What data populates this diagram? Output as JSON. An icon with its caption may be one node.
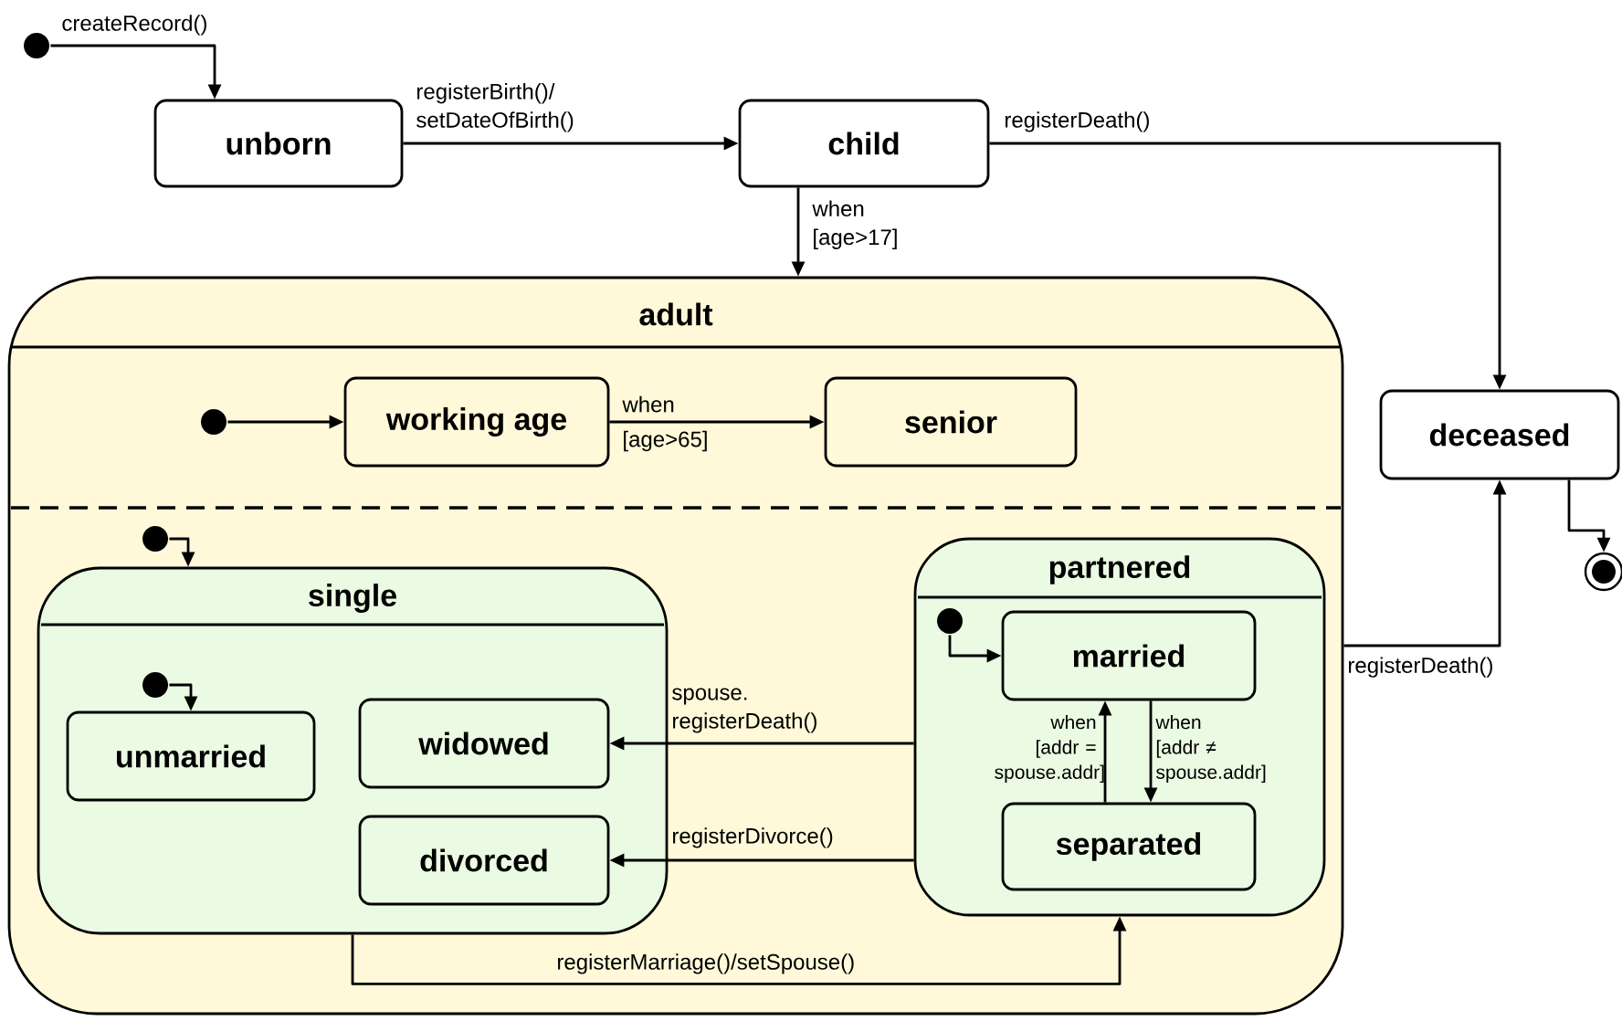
{
  "diagram": {
    "nodes": [
      {
        "text": [],
        "shape": "dot"
      },
      {
        "text": [
          "unborn"
        ]
      },
      {
        "text": [
          "child"
        ]
      },
      {
        "text": [
          "adult"
        ]
      },
      {
        "text": [],
        "shape": "dot",
        "in": 3
      },
      {
        "text": [
          "working age"
        ],
        "in": 3
      },
      {
        "text": [
          "senior"
        ],
        "in": 3
      },
      {
        "text": [],
        "shape": "dot",
        "in": 3
      },
      {
        "text": [
          "single"
        ],
        "in": 3
      },
      {
        "text": [],
        "shape": "dot",
        "in": 8
      },
      {
        "text": [
          "unmarried"
        ],
        "in": 8
      },
      {
        "text": [
          "widowed"
        ],
        "in": 8
      },
      {
        "text": [
          "divorced"
        ],
        "in": 8
      },
      {
        "text": [
          "partnered"
        ],
        "in": 3
      },
      {
        "text": [],
        "shape": "dot",
        "in": 13
      },
      {
        "text": [
          "married"
        ],
        "in": 13
      },
      {
        "text": [
          "separated"
        ],
        "in": 13
      },
      {
        "text": [
          "deceased"
        ]
      },
      {
        "text": [],
        "shape": "bullseye"
      }
    ],
    "edges": [
      {
        "from": 0,
        "to": 1,
        "arrow": "to",
        "label": "createRecord()"
      },
      {
        "from": 1,
        "to": 2,
        "arrow": "to",
        "label": "registerBirth()/ setDateOfBirth()"
      },
      {
        "from": 2,
        "to": 3,
        "arrow": "to",
        "label": "when [age>17]"
      },
      {
        "from": 2,
        "to": 17,
        "arrow": "to",
        "label": "registerDeath()"
      },
      {
        "from": 4,
        "to": 5,
        "arrow": "to"
      },
      {
        "from": 5,
        "to": 6,
        "arrow": "to",
        "label": "when [age>65]"
      },
      {
        "from": 7,
        "to": 8,
        "arrow": "to"
      },
      {
        "from": 9,
        "to": 10,
        "arrow": "to"
      },
      {
        "from": 13,
        "to": 11,
        "arrow": "to",
        "label": "spouse. registerDeath()"
      },
      {
        "from": 13,
        "to": 12,
        "arrow": "to",
        "label": "registerDivorce()"
      },
      {
        "from": 8,
        "to": 13,
        "arrow": "to",
        "label": "registerMarriage()/setSpouse()"
      },
      {
        "from": 14,
        "to": 15,
        "arrow": "to"
      },
      {
        "from": 16,
        "to": 15,
        "arrow": "to",
        "label": "when [addr = spouse.addr]"
      },
      {
        "from": 15,
        "to": 16,
        "arrow": "to",
        "label": "when [addr ≠ spouse.addr]"
      },
      {
        "from": 3,
        "to": 17,
        "arrow": "to",
        "label": "registerDeath()"
      },
      {
        "from": 17,
        "to": 18,
        "arrow": "to"
      }
    ]
  }
}
